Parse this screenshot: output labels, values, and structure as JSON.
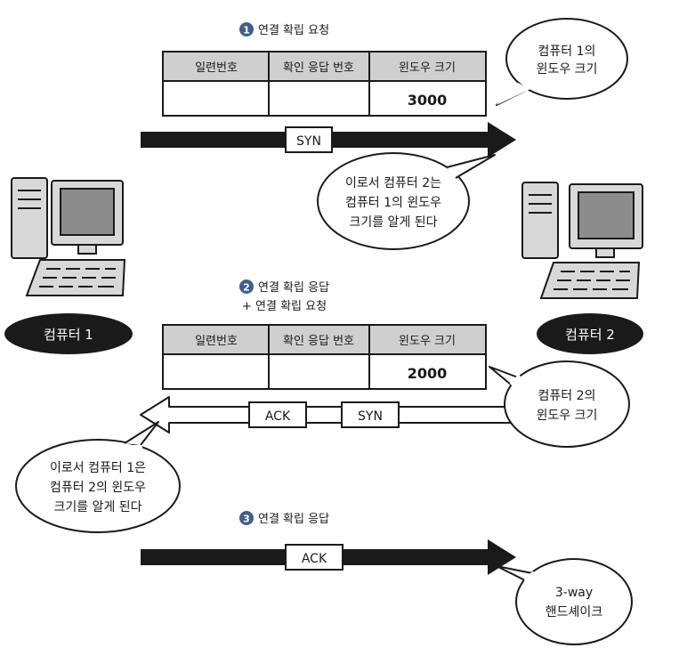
{
  "steps": [
    {
      "number": "1",
      "lines": [
        "연결 확립 요청"
      ]
    },
    {
      "number": "2",
      "lines": [
        "연결 확립 응답",
        "+ 연결 확립 요청"
      ]
    },
    {
      "number": "3",
      "lines": [
        "연결 확립 응답"
      ]
    }
  ],
  "headers": {
    "seq": "일련번호",
    "ack": "확인 응답 번호",
    "window": "윈도우 크기"
  },
  "tables": [
    {
      "seq": "",
      "ack": "",
      "window": "3000"
    },
    {
      "seq": "",
      "ack": "",
      "window": "2000"
    }
  ],
  "packets": {
    "syn1": "SYN",
    "ack2": "ACK",
    "syn2": "SYN",
    "ack3": "ACK"
  },
  "computers": {
    "pc1": "컴퓨터 1",
    "pc2": "컴퓨터 2"
  },
  "bubbles": {
    "pc1_window": [
      "컴퓨터 1의",
      "윈도우 크기"
    ],
    "pc2_knows": [
      "이로서 컴퓨터 2는",
      "컴퓨터 1의 윈도우",
      "크기를 알게 된다"
    ],
    "pc2_window": [
      "컴퓨터 2의",
      "윈도우 크기"
    ],
    "pc1_knows": [
      "이로서 컴퓨터 1은",
      "컴퓨터 2의 윈도우",
      "크기를 알게 된다"
    ],
    "handshake": [
      "3-way",
      "핸드셰이크"
    ]
  },
  "colors": {
    "step_badge": "#3f5f8f",
    "arrow_fill": "#1a1a1a",
    "table_header": "#cfcfcf",
    "pc_body": "#d8d8d8",
    "pc_screen": "#8c8c8c",
    "label_pill": "#1a1a1a"
  }
}
